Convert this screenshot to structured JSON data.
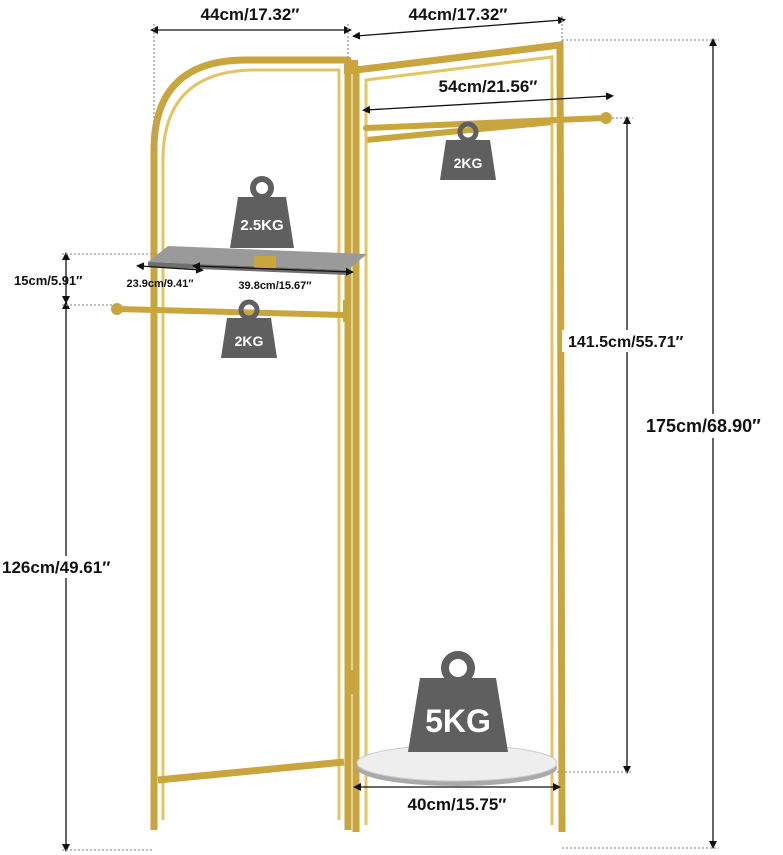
{
  "dimensions": {
    "left_panel_width": "44cm/17.32″",
    "right_panel_width": "44cm/17.32″",
    "rod_width": "54cm/21.56″",
    "shelf_height": "15cm/5.91″",
    "shelf_depth": "23.9cm/9.41″",
    "shelf_width": "39.8cm/15.67″",
    "rod_to_bottom_height": "141.5cm/55.71″",
    "total_height": "175cm/68.90″",
    "left_rod_height": "126cm/49.61″",
    "base_diameter": "40cm/15.75″"
  },
  "weights": {
    "top_rod": "2KG",
    "shelf": "2.5KG",
    "left_rod": "2KG",
    "base": "5KG"
  },
  "colors": {
    "frame_gold": "#d4b04a",
    "weight_gray": "#5f5f5f",
    "shelf_gray": "#8f8f8f",
    "dimension_line": "#111111"
  }
}
